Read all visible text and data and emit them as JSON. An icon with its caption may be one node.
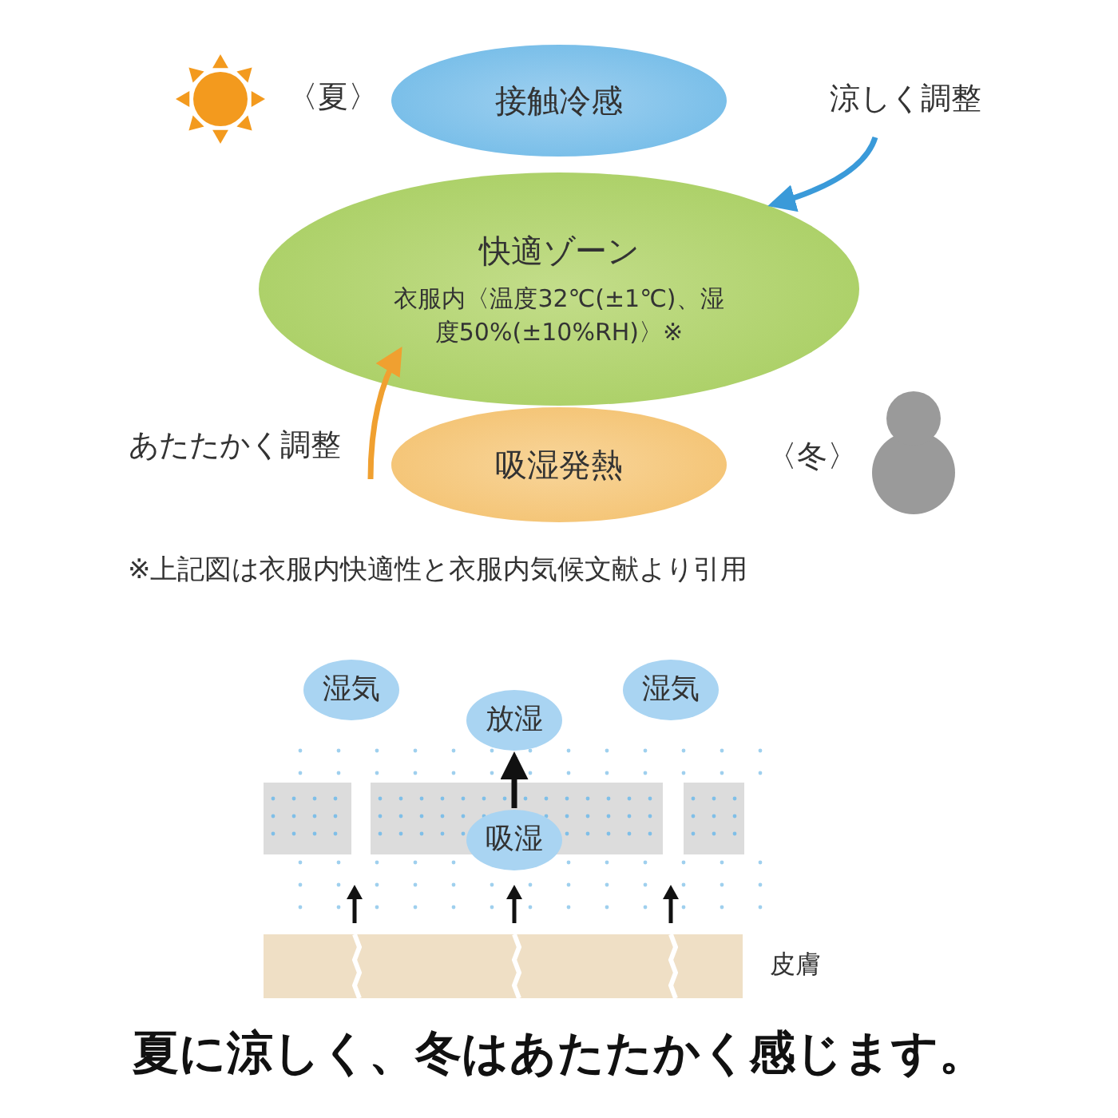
{
  "diagram": {
    "caption": "夏に涼しく、冬はあたたかく感じます。",
    "nodes": [
      {
        "text": [
          "接触冷感"
        ]
      },
      {
        "text": [
          "快適ゾーン",
          "衣服内〈温度32℃(±1℃)、湿度50%(±10%RH)〉※"
        ]
      },
      {
        "text": [
          "吸湿発熱"
        ]
      },
      {
        "text": [
          "涼しく調整"
        ]
      },
      {
        "text": [
          "あたたかく調整"
        ]
      },
      {
        "text": [
          "湿気"
        ]
      },
      {
        "text": [
          "放湿"
        ]
      },
      {
        "text": [
          "湿気"
        ]
      },
      {
        "text": [
          "吸湿"
        ]
      }
    ],
    "edges": [
      {
        "from": 3,
        "to": 1,
        "arrow": "to",
        "color": "#3a9ad9"
      },
      {
        "from": 4,
        "to": 1,
        "arrow": "to",
        "color": "#f0a030"
      },
      {
        "from": 8,
        "to": 6,
        "arrow": "to",
        "color": "#111111"
      }
    ],
    "labels": [
      "〈夏〉",
      "〈冬〉",
      "※上記図は衣服内快適性と衣服内気候文献より引用",
      "皮膚"
    ]
  }
}
